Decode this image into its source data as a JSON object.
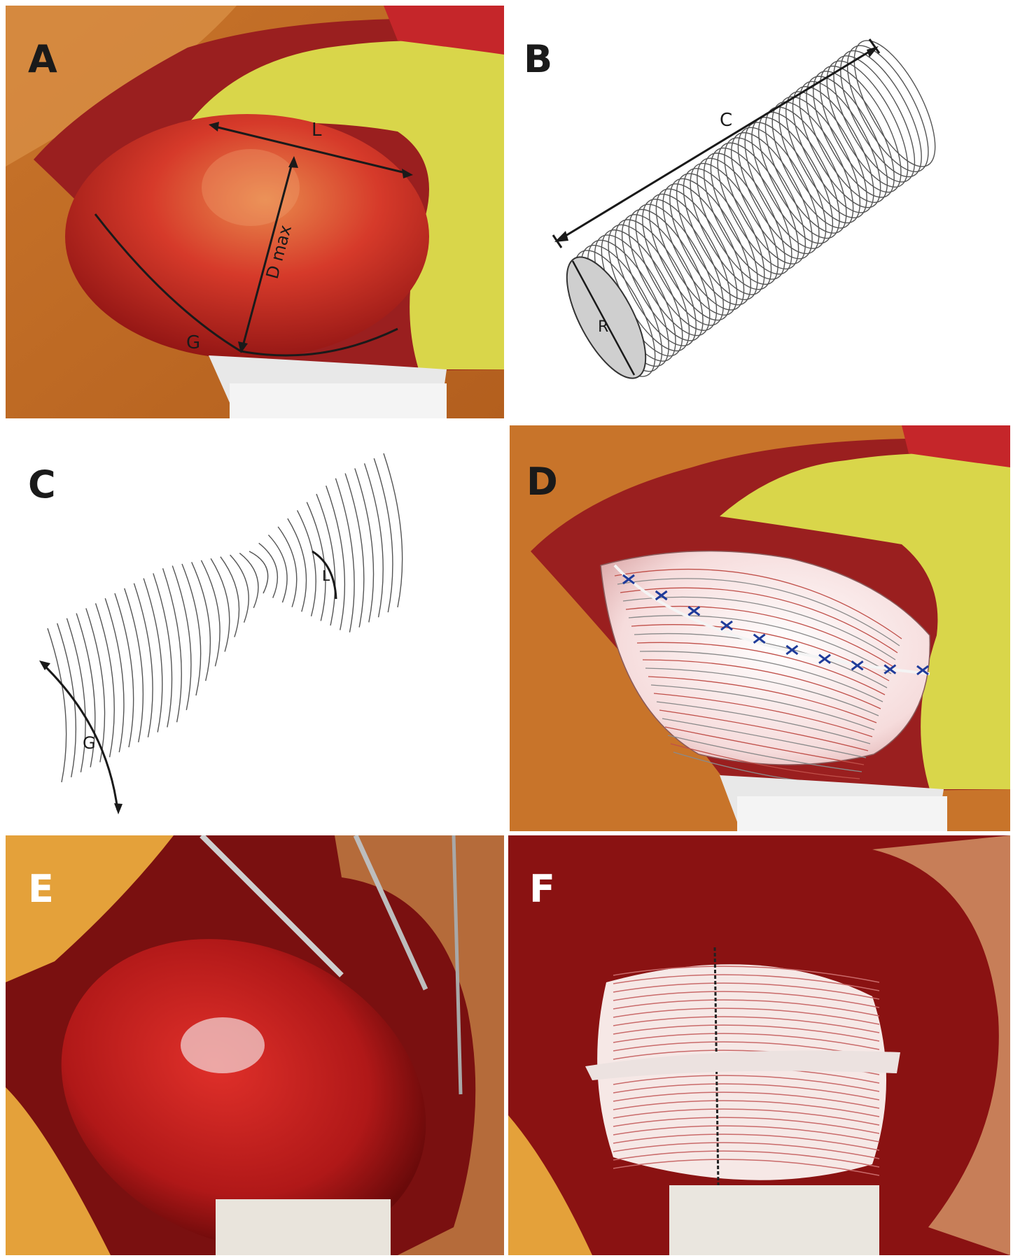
{
  "panels": {
    "a": {
      "letter": "A",
      "labels": {
        "length": "L",
        "diameter": "D max",
        "girth": "G"
      }
    },
    "b": {
      "letter": "B",
      "labels": {
        "circumference": "C",
        "radius": "R"
      }
    },
    "c": {
      "letter": "C",
      "labels": {
        "length": "L",
        "girth": "G"
      }
    },
    "d": {
      "letter": "D"
    },
    "e": {
      "letter": "E"
    },
    "f": {
      "letter": "F"
    }
  }
}
